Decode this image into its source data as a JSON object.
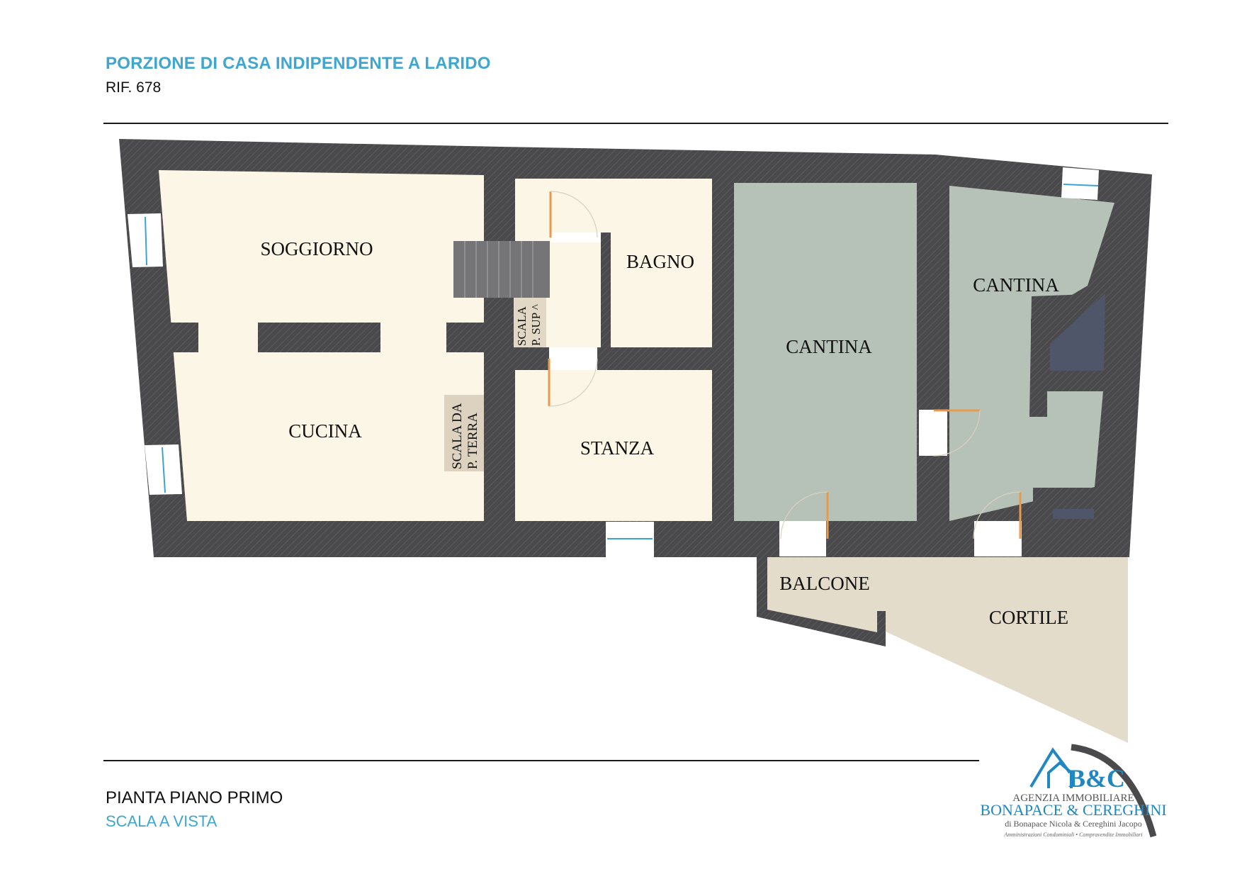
{
  "header": {
    "title": "PORZIONE DI CASA INDIPENDENTE A LARIDO",
    "ref": "RIF. 678"
  },
  "footer": {
    "plan_title": "PIANTA PIANO PRIMO",
    "scale_note": "SCALA A VISTA"
  },
  "rooms": {
    "soggiorno": "SOGGIORNO",
    "cucina": "CUCINA",
    "bagno": "BAGNO",
    "stanza": "STANZA",
    "cantina_1": "CANTINA",
    "cantina_2": "CANTINA",
    "balcone": "BALCONE",
    "cortile": "CORTILE",
    "scala_sup_line1": "SCALA",
    "scala_sup_line2": "P. SUP ^",
    "scala_terra_line1": "SCALA DA",
    "scala_terra_line2": "P. TERRA"
  },
  "logo": {
    "mark": "B&C",
    "agency": "AGENZIA IMMOBILIARE",
    "name": "BONAPACE & CEREGHINI",
    "owners": "di Bonapace Nicola & Cereghini Jacopo",
    "services": "Amministrazioni Condominiali • Compravendite Immobiliari"
  },
  "colors": {
    "accent": "#3fa6cf",
    "wall": "#4a4a4c",
    "living_floor": "#fcf6e6",
    "cellar_floor": "#b6c2b8",
    "yard_floor": "#e4dccb",
    "door_swing": "#e89a4d",
    "window_glass": "#3aa3d8"
  }
}
